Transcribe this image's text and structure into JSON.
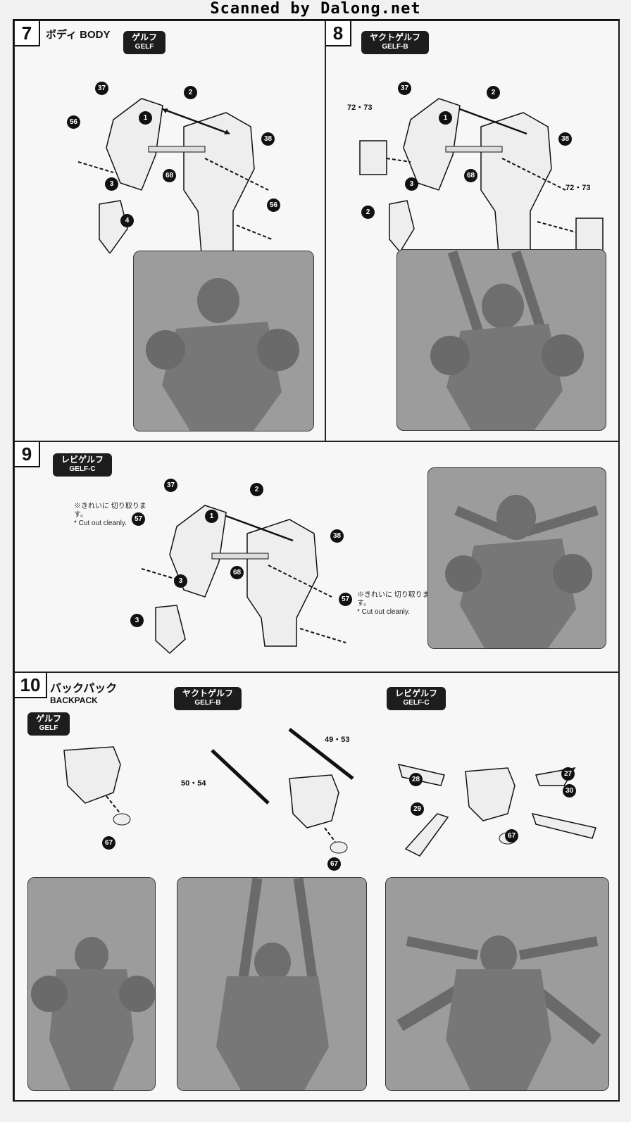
{
  "header": "Scanned by Dalong.net",
  "steps": {
    "s7": {
      "num": "7",
      "title": "ボディ BODY",
      "badge_jp": "ゲルフ",
      "badge_en": "GELF",
      "parts": {
        "a": "37",
        "b": "38",
        "c": "56",
        "d": "56",
        "e": "68",
        "f": "4"
      }
    },
    "s8": {
      "num": "8",
      "badge_jp": "ヤクトゲルフ",
      "badge_en": "GELF-B",
      "parts": {
        "a": "37",
        "b": "38",
        "c": "72・73",
        "d": "72・73",
        "e": "68",
        "f": "2"
      }
    },
    "s9": {
      "num": "9",
      "badge_jp": "レビゲルフ",
      "badge_en": "GELF-C",
      "parts": {
        "a": "37",
        "b": "38",
        "c": "57",
        "d": "57",
        "e": "68",
        "f": "3"
      },
      "note1_jp": "※きれいに 切り取ります。",
      "note1_en": "* Cut out cleanly.",
      "note2_jp": "※きれいに 切り取ります。",
      "note2_en": "* Cut out cleanly."
    },
    "s10": {
      "num": "10",
      "title_jp": "バックパック",
      "title_en": "BACKPACK",
      "a": {
        "badge_jp": "ゲルフ",
        "badge_en": "GELF",
        "part": "67"
      },
      "b": {
        "badge_jp": "ヤクトゲルフ",
        "badge_en": "GELF-B",
        "part1": "49・53",
        "part2": "50・54",
        "part3": "67"
      },
      "c": {
        "badge_jp": "レビゲルフ",
        "badge_en": "GELF-C",
        "p27": "27",
        "p28": "28",
        "p29": "29",
        "p30": "30",
        "p67": "67"
      }
    }
  },
  "order": {
    "one": "1",
    "two": "2",
    "three": "3"
  },
  "colors": {
    "photo_bg": "#9c9c9c",
    "robot": "#6e6e6e",
    "ink": "#111111"
  }
}
